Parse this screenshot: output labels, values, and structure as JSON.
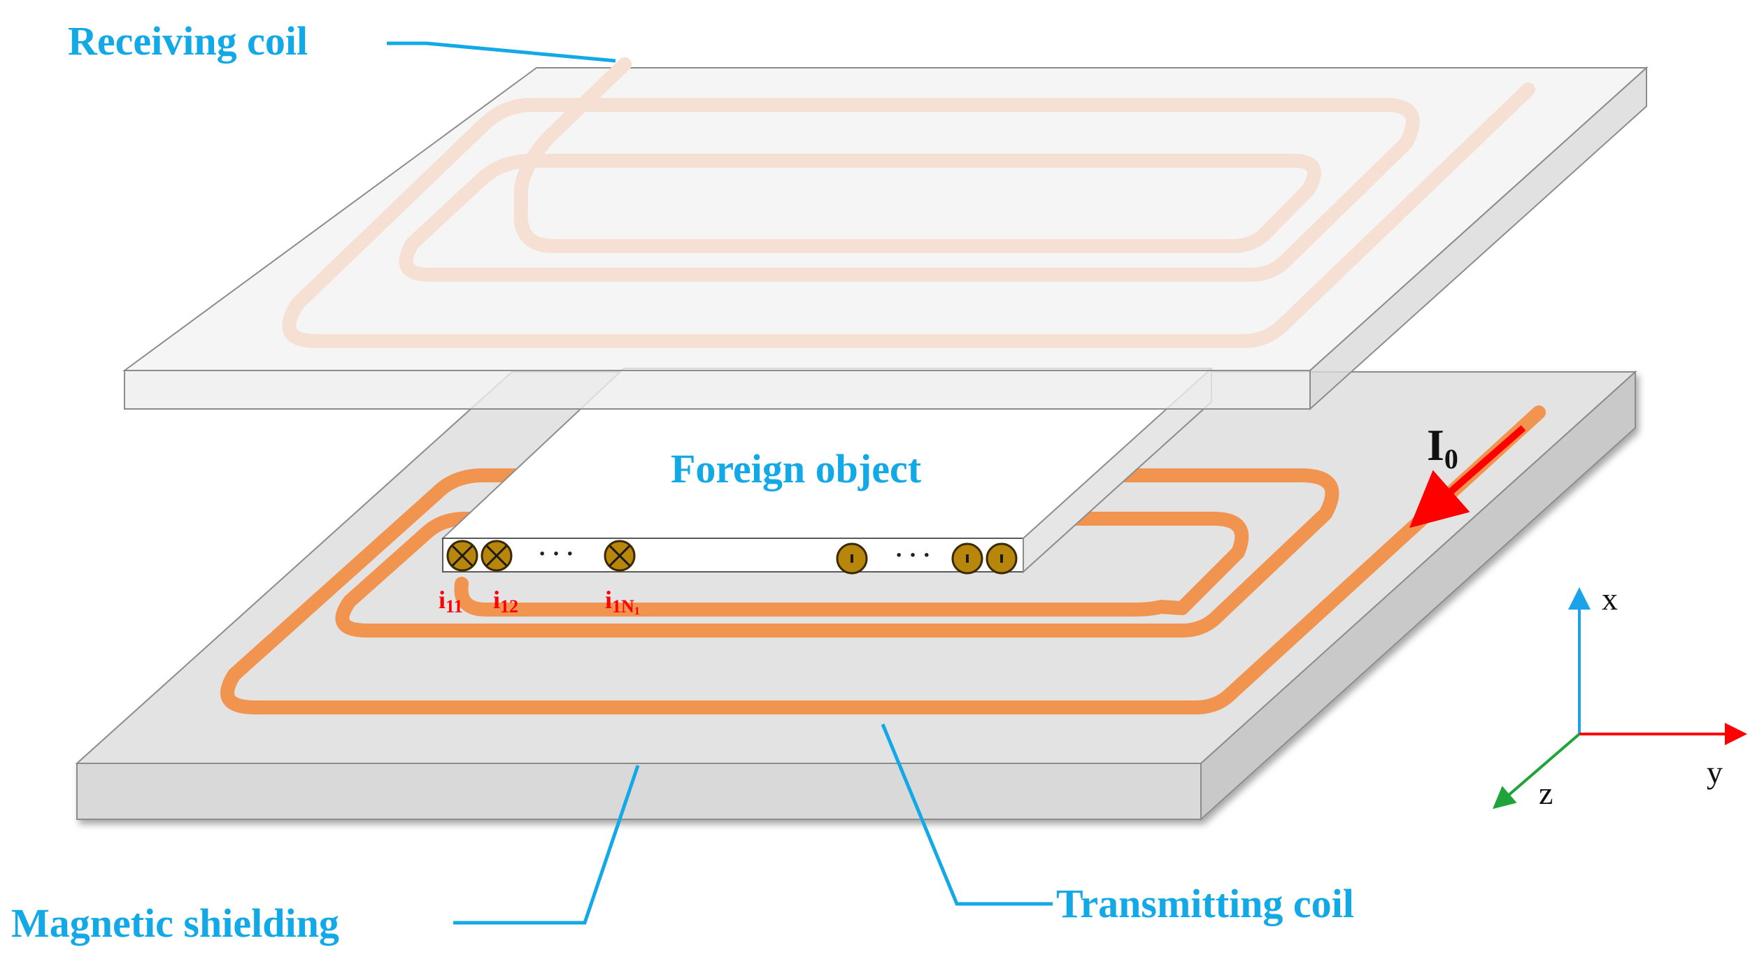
{
  "labels": {
    "receiving_coil": "Receiving coil",
    "foreign_object": "Foreign object",
    "magnetic_shielding": "Magnetic shielding",
    "transmitting_coil": "Transmitting coil",
    "current_main": "I",
    "current_main_sub": "0",
    "current_1": "i",
    "current_1_sub": "11",
    "current_2": "i",
    "current_2_sub": "12",
    "current_n": "i",
    "current_n_sub": "1N",
    "current_n_subsub": "1",
    "ellipsis": "· · ·",
    "axis_x": "x",
    "axis_y": "y",
    "axis_z": "z"
  },
  "colors": {
    "callout": "#12A9E6",
    "receiving_coil": "#F5E0D3",
    "transmitting_coil": "#F0944F",
    "current_arrow": "#FF0000",
    "conductor": "#B8860B",
    "axis_x": "#1AA3E8",
    "axis_y": "#FF0000",
    "axis_z": "#1FA33A",
    "plate_top": "#EFEFEF",
    "plate_side": "#D9D9D9"
  },
  "icons": {
    "into_page": "cross-in-circle",
    "out_of_page": "dot-in-circle"
  }
}
